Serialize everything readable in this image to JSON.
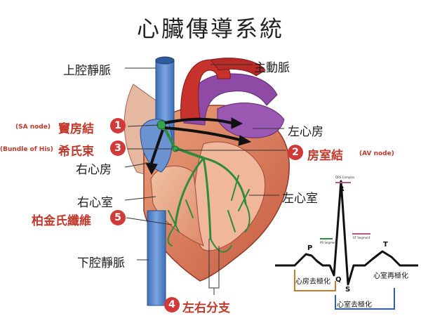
{
  "title": "心臟傳導系統",
  "colors": {
    "red_label": "#c0392b",
    "badge": "#d23a3a",
    "vein_blue": "#4f7fc6",
    "aorta_red": "#c8322c",
    "pulmonary_purple": "#8e4aa5",
    "conduction_green": "#2e8b3e",
    "atrial_line": "#c77b2a",
    "ventricular_line": "#2f5fc4"
  },
  "labels": {
    "superior_vena_cava": "上腔靜脈",
    "aorta": "主動脈",
    "left_atrium": "左心房",
    "right_atrium": "右心房",
    "right_ventricle": "右心室",
    "left_ventricle": "左心室",
    "inferior_vena_cava": "下腔靜脈"
  },
  "conduction": [
    {
      "num": "1",
      "name": "竇房結",
      "eng": "(SA node)"
    },
    {
      "num": "2",
      "name": "房室結",
      "eng": "(AV node)"
    },
    {
      "num": "3",
      "name": "希氏束",
      "eng": "(Bundle of His)"
    },
    {
      "num": "4",
      "name": "左右分支",
      "eng": ""
    },
    {
      "num": "5",
      "name": "柏金氏纖維",
      "eng": ""
    }
  ],
  "ecg": {
    "p": "P",
    "q": "Q",
    "r": "R",
    "s": "S",
    "t": "T",
    "qrs_complex": "QRS Complex",
    "pr_segment": "PR Segment",
    "st_segment": "ST Segment",
    "atrial_depolarization": "心房去極化",
    "ventricular_repolarization": "心室再極化",
    "ventricular_depolarization": "心室去極化"
  }
}
